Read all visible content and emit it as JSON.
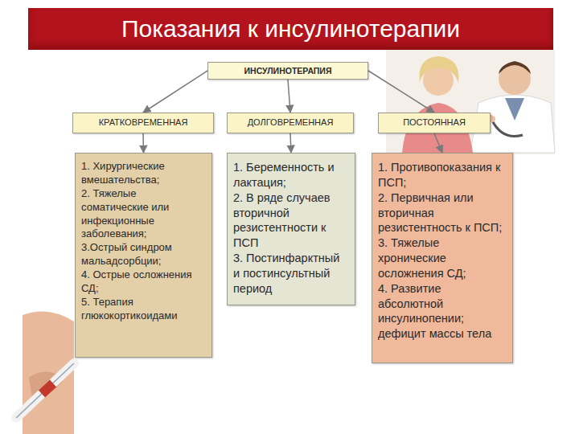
{
  "diagram": {
    "title": "Показания к инсулинотерапии",
    "nodes": [
      {
        "text": [
          "ИНСУЛИНОТЕРАПИЯ"
        ]
      },
      {
        "text": [
          "КРАТКОВРЕМЕННАЯ"
        ]
      },
      {
        "text": [
          "ДОЛГОВРЕМЕННАЯ"
        ]
      },
      {
        "text": [
          "ПОСТОЯННАЯ"
        ]
      },
      {
        "text": [
          "1. Хирургические вмешательства;",
          "2. Тяжелые соматические или инфекционные заболевания;",
          "3.Острый синдром мальадсорбции;",
          "4. Острые осложнения СД;",
          "5. Терапия глюкокортикоидами"
        ]
      },
      {
        "text": [
          "1. Беременность и лактация;",
          "2. В ряде случаев вторичной резистентности к ПСП",
          "3. Постинфарктный и постинсультный период"
        ]
      },
      {
        "text": [
          "1. Противопоказания к ПСП;",
          "2. Первичная или вторичная резистентность к ПСП;",
          "3. Тяжелые хронические осложнения СД;",
          "4. Развитие абсолютной инсулинопении; дефицит массы тела"
        ]
      }
    ],
    "edges": [
      {
        "from": 0,
        "to": 1,
        "arrow": "to"
      },
      {
        "from": 0,
        "to": 2,
        "arrow": "to"
      },
      {
        "from": 0,
        "to": 3,
        "arrow": "to"
      },
      {
        "from": 1,
        "to": 4,
        "arrow": "to"
      },
      {
        "from": 2,
        "to": 5,
        "arrow": "to"
      },
      {
        "from": 3,
        "to": 6,
        "arrow": "to"
      }
    ]
  }
}
